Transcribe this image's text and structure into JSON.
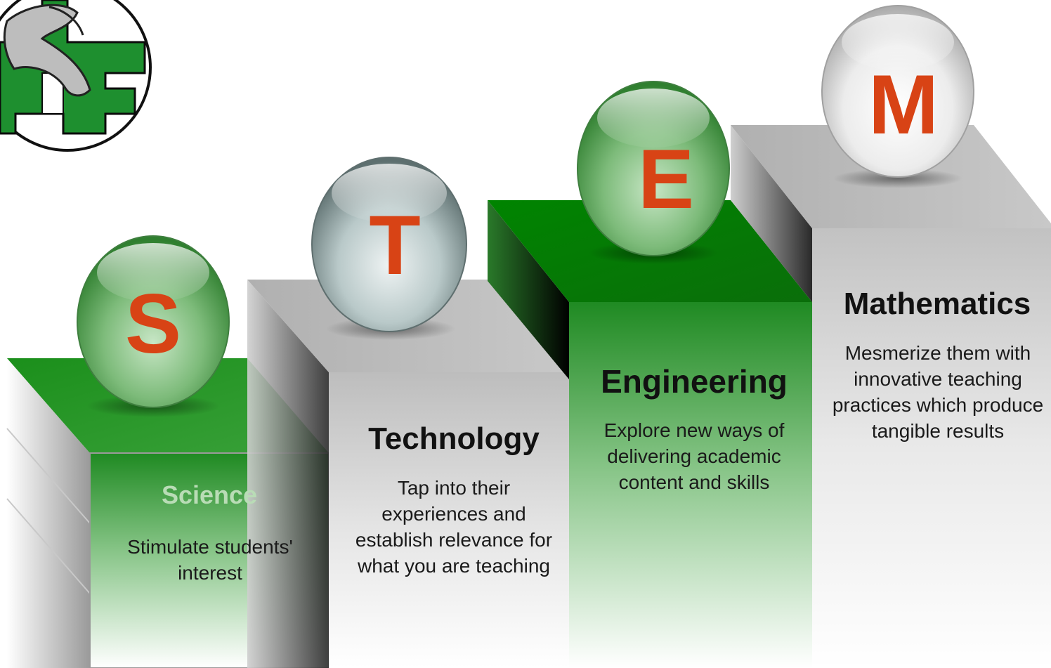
{
  "logo": {
    "name": "school-logo",
    "accent": "#1e8f2f"
  },
  "steps": [
    {
      "letter": "S",
      "title": "Science",
      "description": "Stimulate students' interest",
      "sphere": "green",
      "block": "green"
    },
    {
      "letter": "T",
      "title": "Technology",
      "description": "Tap into their experiences and establish relevance for what you are teaching",
      "sphere": "silver",
      "block": "gray"
    },
    {
      "letter": "E",
      "title": "Engineering",
      "description": "Explore new ways of delivering academic content and skills",
      "sphere": "green",
      "block": "green"
    },
    {
      "letter": "M",
      "title": "Mathematics",
      "description": "Mesmerize them with innovative teaching practices which produce tangible results",
      "sphere": "white",
      "block": "gray"
    }
  ],
  "colors": {
    "letter": "#d84315",
    "green_top": "#2e9b2e",
    "green_dark": "#0a5c0a",
    "gray_top": "#b8b8b8"
  }
}
